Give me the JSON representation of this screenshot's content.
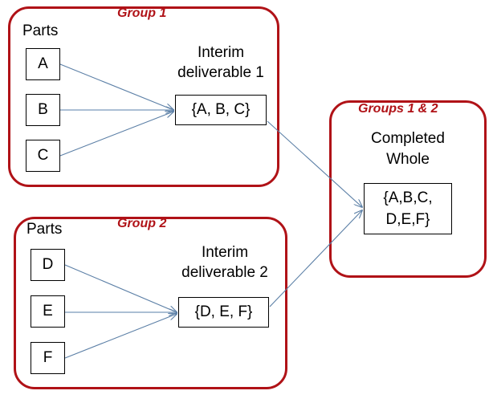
{
  "diagram": {
    "title_colors": {
      "group_border": "#B01217",
      "group_label": "#B01217",
      "arrow": "#5B7FA6",
      "box_border": "#000000",
      "text": "#000000",
      "background": "#FFFFFF"
    },
    "groups": [
      {
        "id": "group1",
        "label": "Group 1",
        "parts_heading": "Parts",
        "parts": [
          "A",
          "B",
          "C"
        ],
        "deliverable_title_line1": "Interim",
        "deliverable_title_line2": "deliverable 1",
        "deliverable_set": "{A, B, C}"
      },
      {
        "id": "group2",
        "label": "Group 2",
        "parts_heading": "Parts",
        "parts": [
          "D",
          "E",
          "F"
        ],
        "deliverable_title_line1": "Interim",
        "deliverable_title_line2": "deliverable 2",
        "deliverable_set": "{D, E, F}"
      }
    ],
    "combined": {
      "label": "Groups 1 & 2",
      "title_line1": "Completed",
      "title_line2": "Whole",
      "set_line1": "{A,B,C,",
      "set_line2": "D,E,F}"
    }
  }
}
